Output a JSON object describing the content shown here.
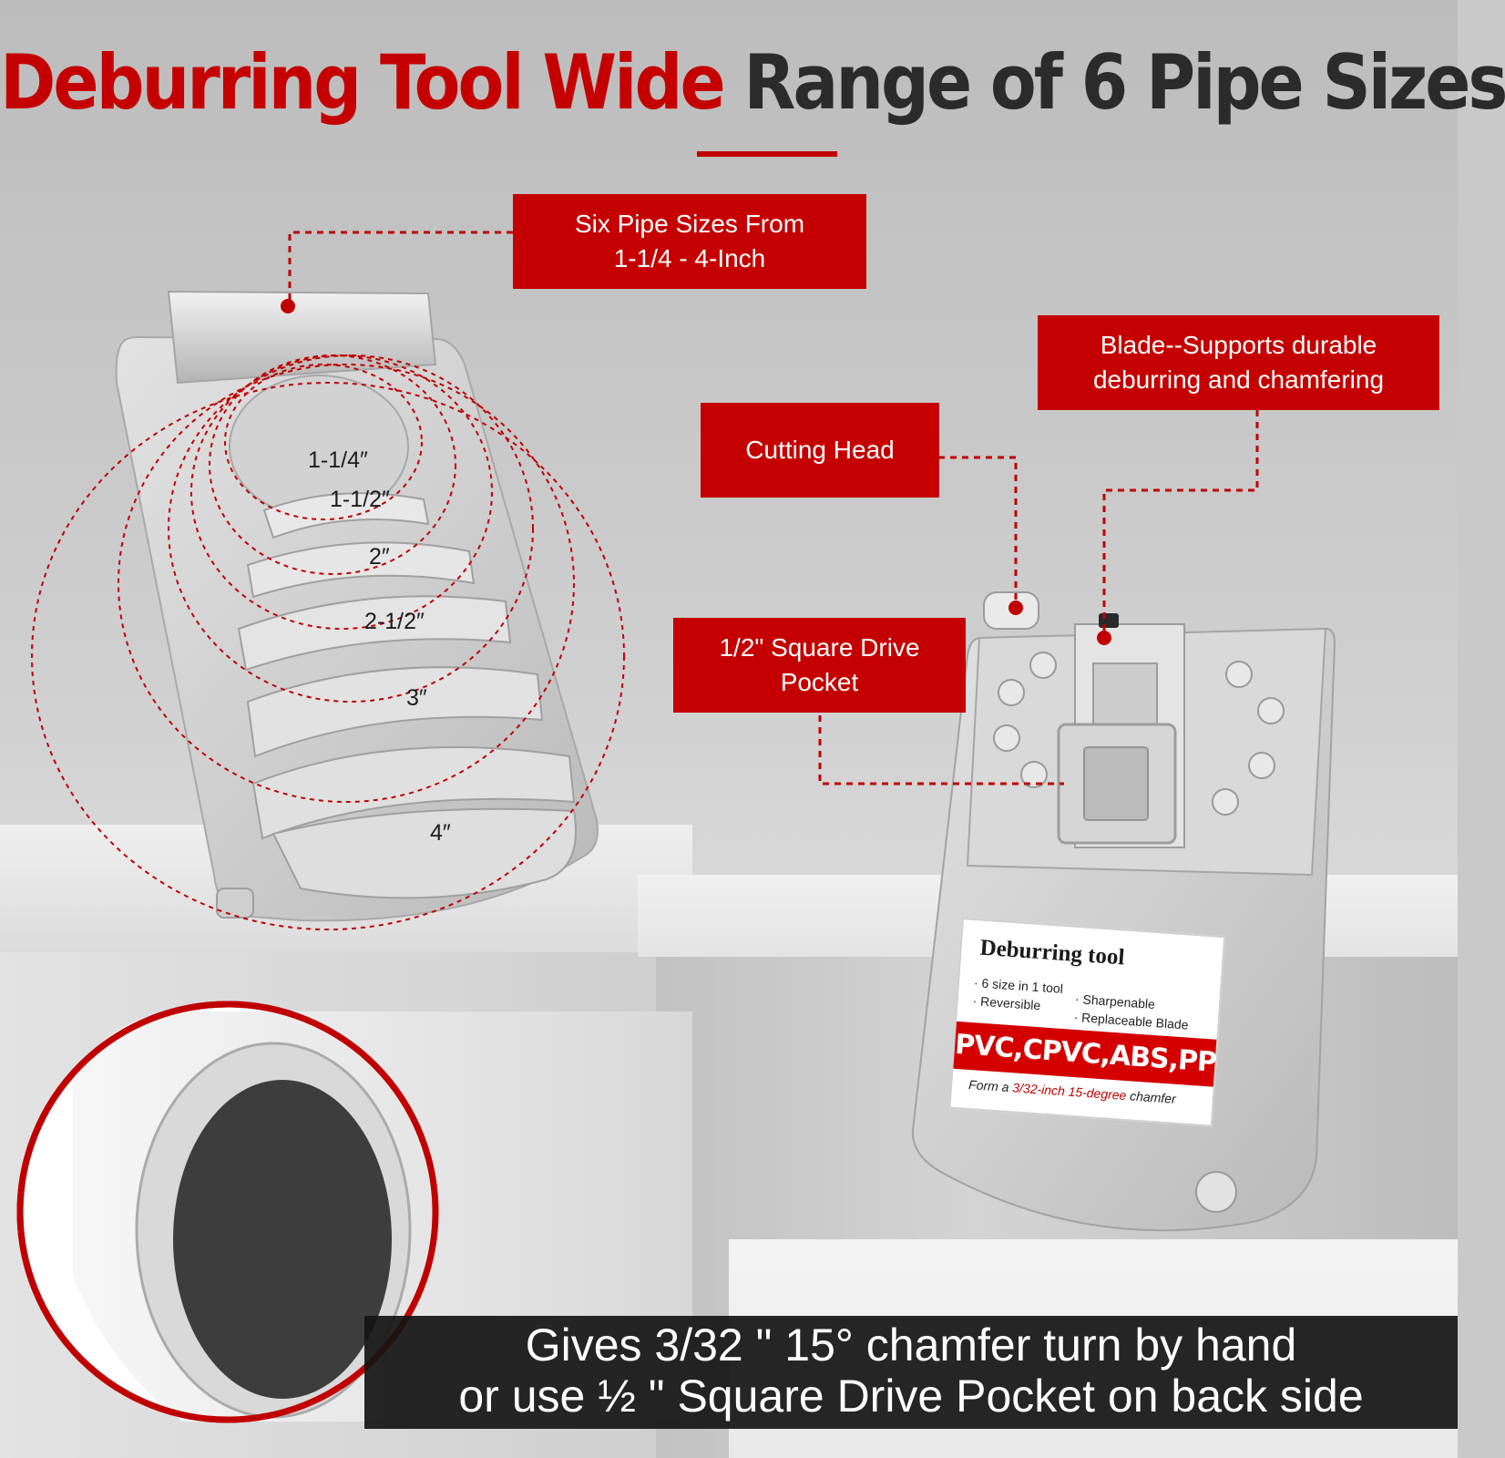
{
  "headline": {
    "part_red": "Deburring Tool Wide",
    "part_dark": "Range of 6 Pipe Sizes"
  },
  "callouts": {
    "pipe_sizes": "Six Pipe Sizes From\n1-1/4 - 4-Inch",
    "blade": "Blade--Supports durable\ndeburring and chamfering",
    "cutting_head": "Cutting Head",
    "square_drive": "1/2\" Square Drive\nPocket"
  },
  "size_labels": [
    "1-1/4″",
    "1-1/2″",
    "2″",
    "2-1/2″",
    "3″",
    "4″"
  ],
  "sticker": {
    "title": "Deburring tool",
    "features": [
      "· 6 size in 1 tool",
      "· Reversible",
      "· Sharpenable",
      "· Replaceable Blade"
    ],
    "materials": "PVC,CPVC,ABS,PP",
    "form_prefix": "Form a ",
    "form_highlight": "3/32-inch 15-degree",
    "form_suffix": " chamfer"
  },
  "bottom_banner": {
    "line1": "Gives 3/32 \" 15° chamfer turn by hand",
    "line2": "or use ½ \" Square Drive Pocket on back side"
  },
  "colors": {
    "accent_red": "#c40000",
    "dark_text": "#2b2b2b",
    "banner_bg": "#141414"
  }
}
